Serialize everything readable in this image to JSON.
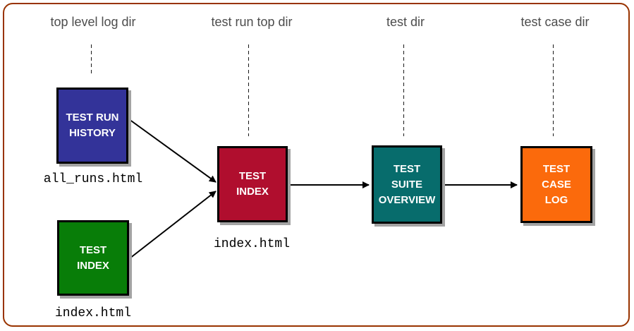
{
  "columns": [
    {
      "label": "top level log dir"
    },
    {
      "label": "test run top dir"
    },
    {
      "label": "test dir"
    },
    {
      "label": "test case dir"
    }
  ],
  "nodes": {
    "test_run_history": {
      "label": "TEST RUN\nHISTORY",
      "color": "#333399",
      "file_label": "all_runs.html"
    },
    "test_index_top_level": {
      "label": "TEST\nINDEX",
      "color": "#087d08",
      "file_label": "index.html"
    },
    "test_index_run": {
      "label": "TEST\nINDEX",
      "color": "#b00e2e",
      "file_label": "index.html"
    },
    "test_suite_overview": {
      "label": "TEST\nSUITE\nOVERVIEW",
      "color": "#076c6c"
    },
    "test_case_log": {
      "label": "TEST\nCASE\nLOG",
      "color": "#fb6a0c"
    }
  },
  "edges": [
    {
      "from": "test_run_history",
      "to": "test_index_run"
    },
    {
      "from": "test_index_top_level",
      "to": "test_index_run"
    },
    {
      "from": "test_index_run",
      "to": "test_suite_overview"
    },
    {
      "from": "test_suite_overview",
      "to": "test_case_log"
    }
  ],
  "colors": {
    "canvas_border": "#993300",
    "box_border": "#000000",
    "box_shadow": "#a3a3a3",
    "header_text": "#4d4d4d",
    "box_text": "#ffffff",
    "arrow": "#000000"
  }
}
